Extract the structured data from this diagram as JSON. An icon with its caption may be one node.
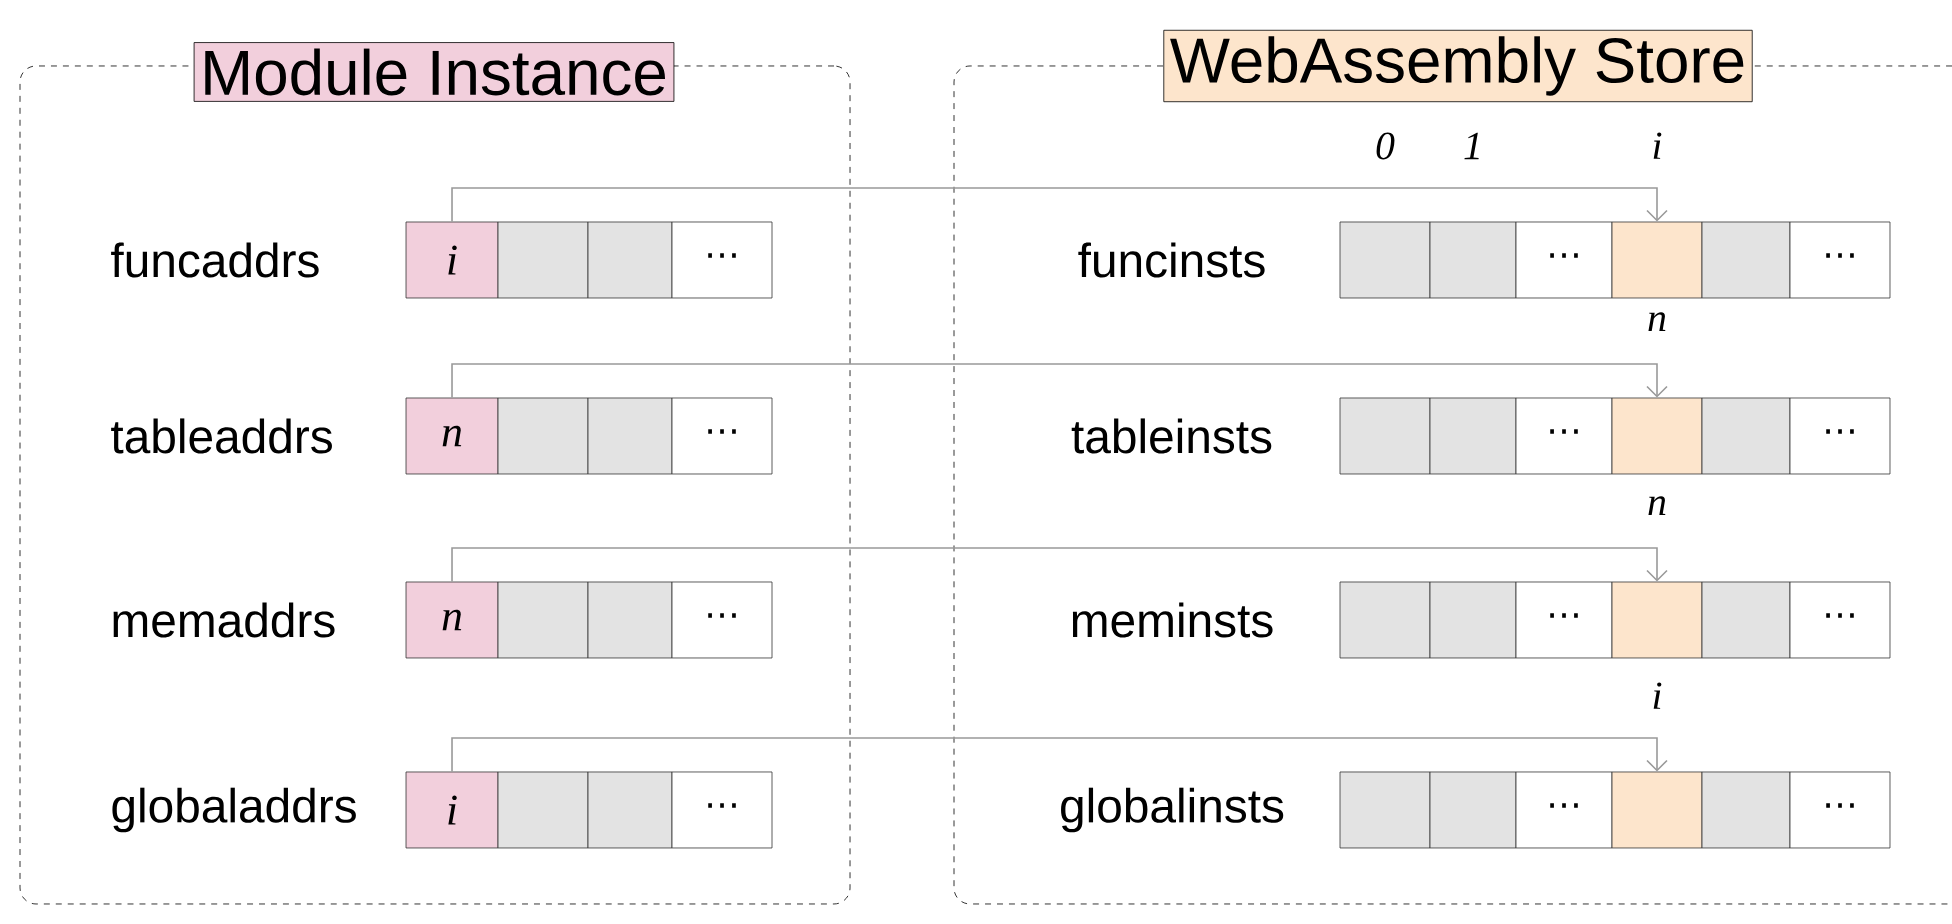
{
  "diagram": {
    "nodes": [
      {
        "text": [
          "Module Instance"
        ]
      },
      {
        "text": [
          "i"
        ],
        "in": 0
      },
      {
        "text": [],
        "shape": "box",
        "in": 0
      },
      {
        "text": [],
        "shape": "box",
        "in": 0
      },
      {
        "text": [
          "⋯"
        ],
        "in": 0
      },
      {
        "text": [
          "n"
        ],
        "in": 0
      },
      {
        "text": [],
        "shape": "box",
        "in": 0
      },
      {
        "text": [],
        "shape": "box",
        "in": 0
      },
      {
        "text": [
          "⋯"
        ],
        "in": 0
      },
      {
        "text": [
          "n"
        ],
        "in": 0
      },
      {
        "text": [],
        "shape": "box",
        "in": 0
      },
      {
        "text": [],
        "shape": "box",
        "in": 0
      },
      {
        "text": [
          "⋯"
        ],
        "in": 0
      },
      {
        "text": [
          "i"
        ],
        "in": 0
      },
      {
        "text": [],
        "shape": "box",
        "in": 0
      },
      {
        "text": [],
        "shape": "box",
        "in": 0
      },
      {
        "text": [
          "⋯"
        ],
        "in": 0
      },
      {
        "text": [
          "WebAssembly Store"
        ]
      },
      {
        "text": [],
        "shape": "box",
        "in": 17,
        "beside": [
          "0"
        ]
      },
      {
        "text": [],
        "shape": "box",
        "in": 17,
        "beside": [
          "1"
        ]
      },
      {
        "text": [
          "⋯"
        ],
        "in": 17
      },
      {
        "text": [],
        "shape": "box",
        "in": 17
      },
      {
        "text": [],
        "shape": "box",
        "in": 17
      },
      {
        "text": [
          "⋯"
        ],
        "in": 17
      },
      {
        "text": [],
        "shape": "box",
        "in": 17
      },
      {
        "text": [],
        "shape": "box",
        "in": 17
      },
      {
        "text": [
          "⋯"
        ],
        "in": 17
      },
      {
        "text": [],
        "shape": "box",
        "in": 17
      },
      {
        "text": [],
        "shape": "box",
        "in": 17
      },
      {
        "text": [
          "⋯"
        ],
        "in": 17
      },
      {
        "text": [],
        "shape": "box",
        "in": 17
      },
      {
        "text": [],
        "shape": "box",
        "in": 17
      },
      {
        "text": [
          "⋯"
        ],
        "in": 17
      },
      {
        "text": [],
        "shape": "box",
        "in": 17
      },
      {
        "text": [],
        "shape": "box",
        "in": 17
      },
      {
        "text": [
          "⋯"
        ],
        "in": 17
      },
      {
        "text": [],
        "shape": "box",
        "in": 17
      },
      {
        "text": [],
        "shape": "box",
        "in": 17
      },
      {
        "text": [
          "⋯"
        ],
        "in": 17
      },
      {
        "text": [],
        "shape": "box",
        "in": 17
      },
      {
        "text": [],
        "shape": "box",
        "in": 17
      },
      {
        "text": [
          "⋯"
        ],
        "in": 17
      }
    ],
    "edges": [
      {
        "from": 1,
        "to": 21,
        "arrow": "to",
        "label": "i"
      },
      {
        "from": 5,
        "to": 27,
        "arrow": "to",
        "label": "n"
      },
      {
        "from": 9,
        "to": 33,
        "arrow": "to",
        "label": "n"
      },
      {
        "from": 13,
        "to": 39,
        "arrow": "to",
        "label": "i"
      }
    ],
    "labels": [
      "funcaddrs",
      "tableaddrs",
      "memaddrs",
      "globaladdrs",
      "funcinsts",
      "tableinsts",
      "meminsts",
      "globalinsts"
    ]
  }
}
